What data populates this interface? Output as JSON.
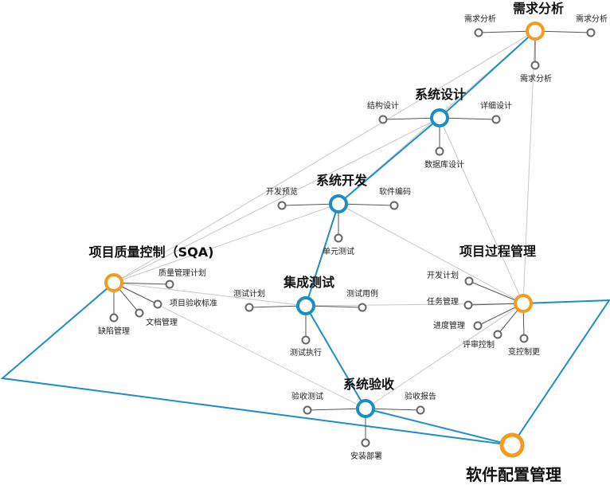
{
  "colors": {
    "blue": "#1b8ec3",
    "orange": "#f39b1c",
    "grey_line": "#c8c8c8",
    "leaf": "#666666"
  },
  "hubs": {
    "req": {
      "label": "需求分析",
      "color": "orange",
      "leaves": [
        "需求分析",
        "需求分析",
        "需求分析"
      ]
    },
    "design": {
      "label": "系统设计",
      "color": "blue",
      "leaves": [
        "结构设计",
        "详细设计",
        "数据库设计"
      ]
    },
    "dev": {
      "label": "系统开发",
      "color": "blue",
      "leaves": [
        "开发预览",
        "软件编码",
        "单元测试"
      ]
    },
    "sqa": {
      "label": "项目质量控制（SQA)",
      "color": "orange",
      "leaves": [
        "质量管理计划",
        "项目验收标准",
        "文档管理",
        "缺陷管理"
      ]
    },
    "integ": {
      "label": "集成测试",
      "color": "blue",
      "leaves": [
        "测试计划",
        "测试用例",
        "测试执行"
      ]
    },
    "pm": {
      "label": "项目过程管理",
      "color": "orange",
      "leaves": [
        "开发计划",
        "任务管理",
        "进度管理",
        "评审控制",
        "变控制更"
      ]
    },
    "accept": {
      "label": "系统验收",
      "color": "blue",
      "leaves": [
        "验收测试",
        "验收报告",
        "安装部署"
      ]
    },
    "scm": {
      "label": "软件配置管理",
      "color": "orange",
      "leaves": []
    }
  }
}
